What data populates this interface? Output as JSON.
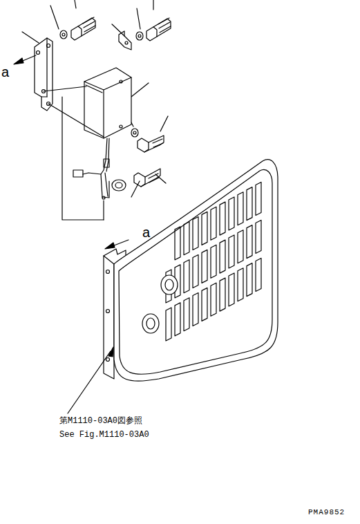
{
  "diagram": {
    "labels": [
      "a",
      "a",
      "第M1110-03A0図参照",
      "See Fig.M1110-03A0",
      "PMA9852"
    ]
  }
}
